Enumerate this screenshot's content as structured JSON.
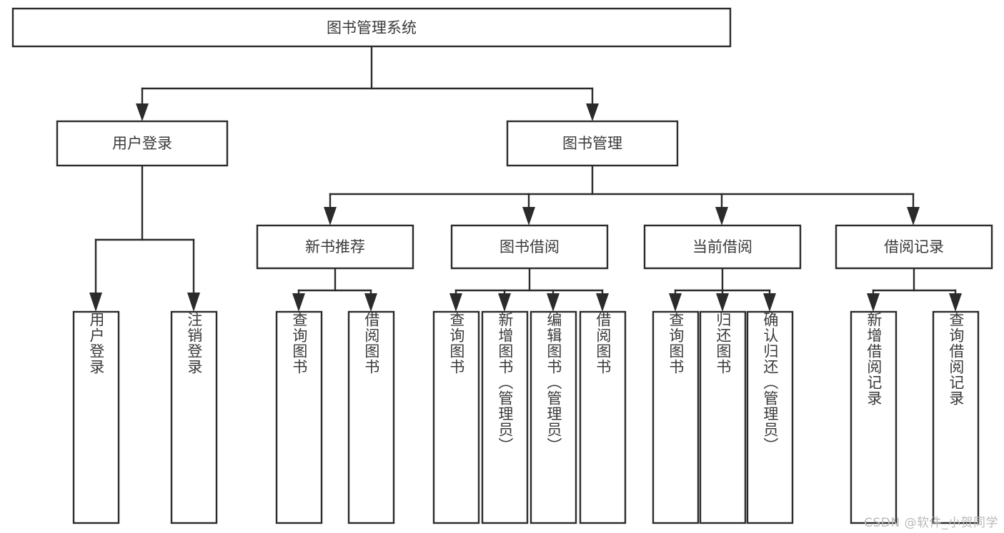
{
  "diagram": {
    "title": "图书管理系统",
    "type": "tree-hierarchy",
    "colors": {
      "stroke": "#2b2b2b",
      "node_fill": "#ffffff",
      "text": "#3a3a3a",
      "background": "#ffffff",
      "watermark": "#b9b9b9"
    },
    "root": {
      "label": "图书管理系统"
    },
    "level2": [
      {
        "label": "用户登录"
      },
      {
        "label": "图书管理"
      }
    ],
    "level3": [
      {
        "label": "新书推荐"
      },
      {
        "label": "图书借阅"
      },
      {
        "label": "当前借阅"
      },
      {
        "label": "借阅记录"
      }
    ],
    "leaves": {
      "user_login": [
        {
          "label": "用户登录"
        },
        {
          "label": "注销登录"
        }
      ],
      "new_book_recommend": [
        {
          "label": "查询图书"
        },
        {
          "label": "借阅图书"
        }
      ],
      "book_borrow": [
        {
          "label": "查询图书"
        },
        {
          "label": "新增图书（管理员）"
        },
        {
          "label": "编辑图书（管理员）"
        },
        {
          "label": "借阅图书"
        }
      ],
      "current_borrow": [
        {
          "label": "查询图书"
        },
        {
          "label": "归还图书"
        },
        {
          "label": "确认归还（管理员）"
        }
      ],
      "borrow_record": [
        {
          "label": "新增借阅记录"
        },
        {
          "label": "查询借阅记录"
        }
      ]
    }
  },
  "watermark": {
    "text": "CSDN @软件_小贺同学"
  }
}
